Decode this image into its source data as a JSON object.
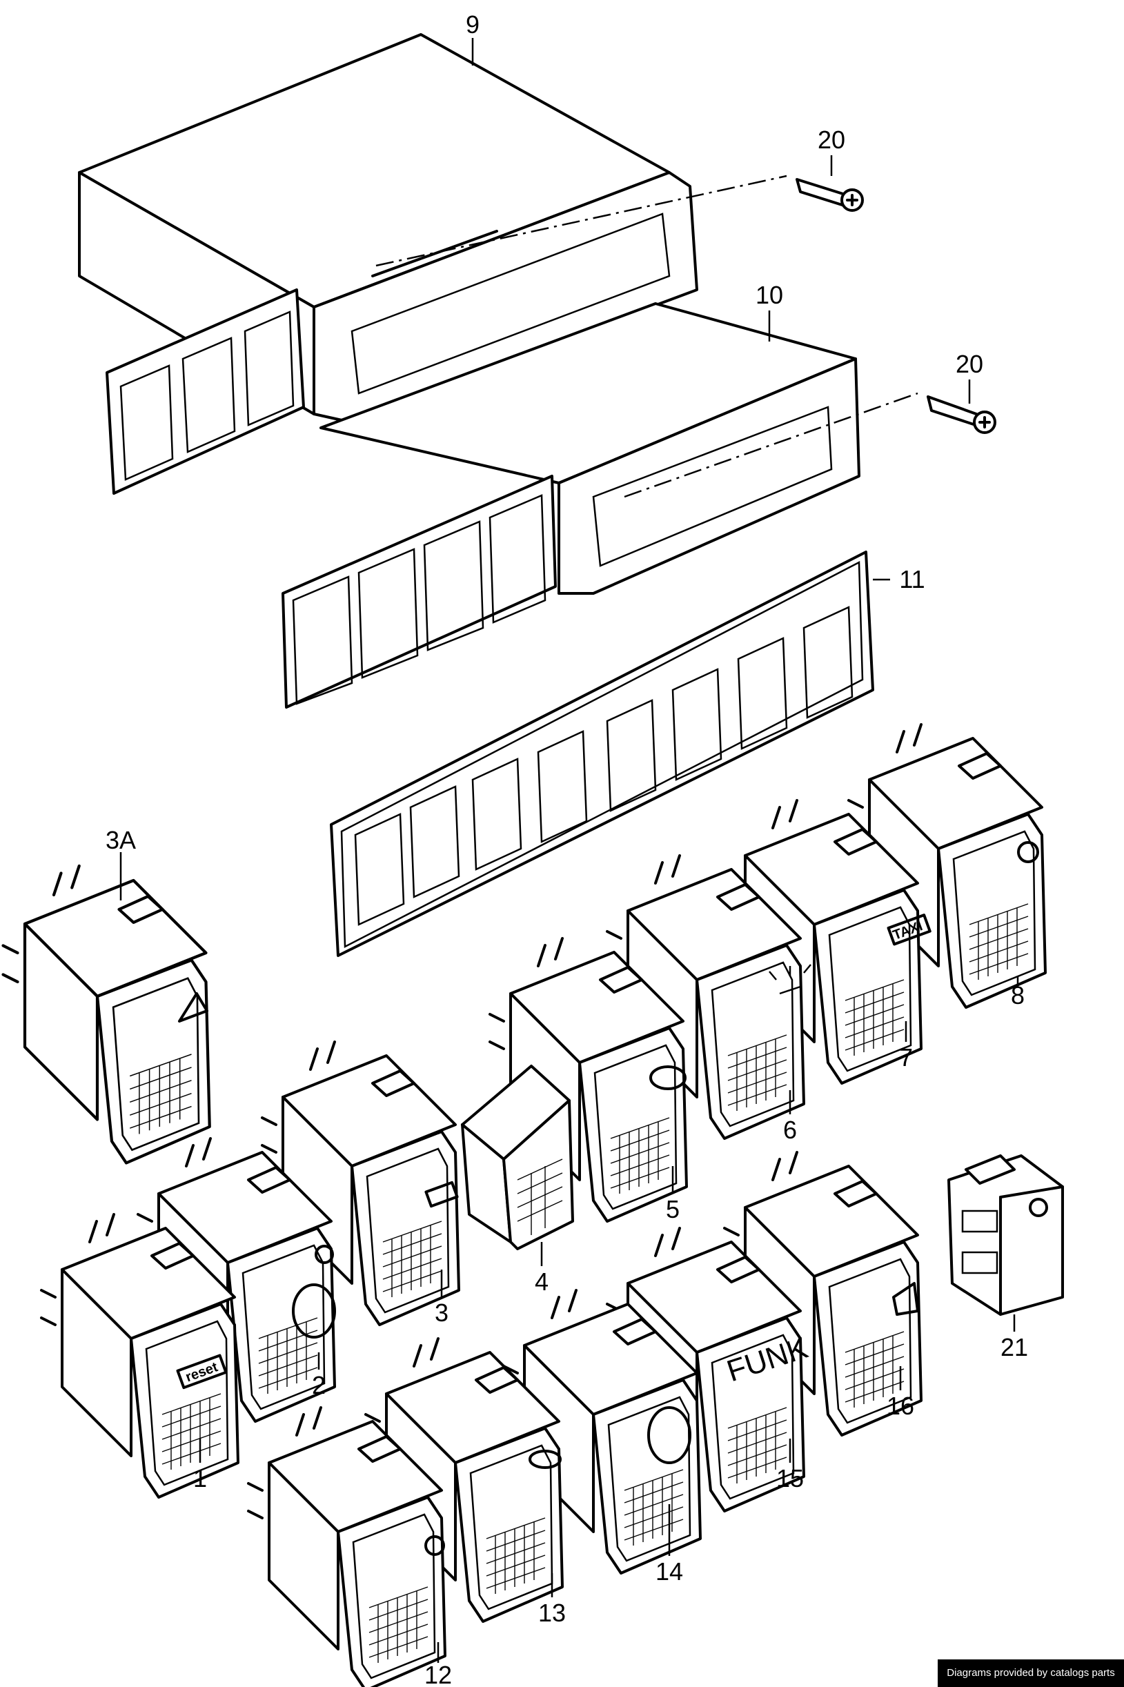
{
  "callouts": {
    "p9": "9",
    "p20a": "20",
    "p10": "10",
    "p20b": "20",
    "p11": "11",
    "p3a": "3A",
    "p8": "8",
    "p7": "7",
    "p6": "6",
    "p5": "5",
    "p4": "4",
    "p3": "3",
    "p2": "2",
    "p1": "1",
    "p16": "16",
    "p21": "21",
    "p15": "15",
    "p14": "14",
    "p13": "13",
    "p12": "12"
  },
  "switch_faces": {
    "taxi": "TAXI",
    "funk": "FUNK",
    "reset": "reset"
  },
  "credit": "Diagrams provided by catalogs parts"
}
